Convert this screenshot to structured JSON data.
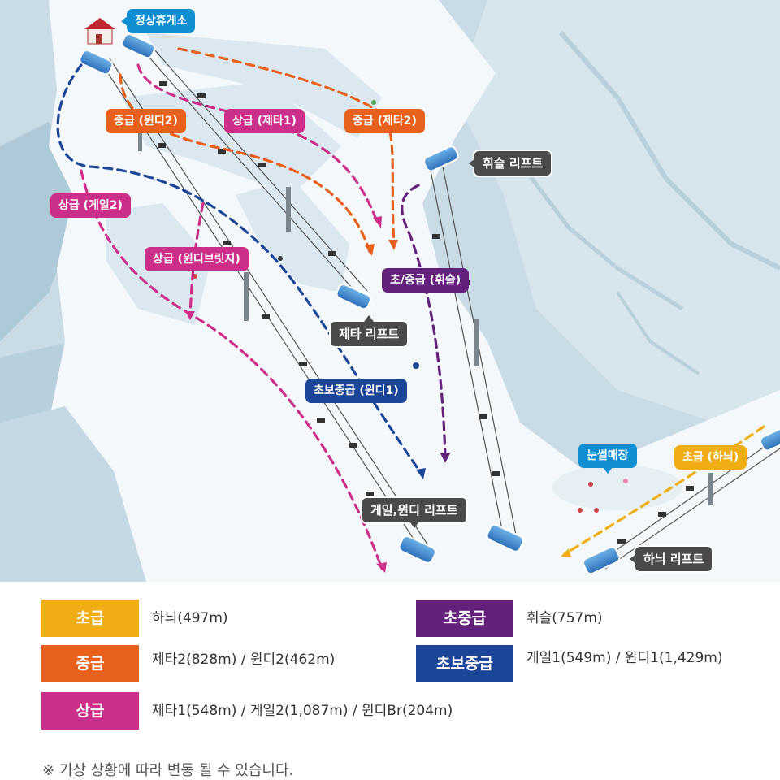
{
  "colors": {
    "beginner": "#f0ae14",
    "intermediate": "#e8611c",
    "advanced": "#cc2f8a",
    "novice_intermediate": "#63217c",
    "beginner_intermediate": "#1d4597",
    "rest_area": "#0f8fd2",
    "lift_tag": "#4a4a4a"
  },
  "map": {
    "rest_area": "정상휴게소",
    "snow_shop": "눈썰매장",
    "slopes": {
      "mid_windy2": "중급 (윈디2)",
      "adv_zeta1": "상급 (제타1)",
      "mid_zeta2": "중급 (제타2)",
      "adv_gale2": "상급 (게일2)",
      "adv_windy_bridge": "상급 (윈디브릿지)",
      "novice_whistle": "초/중급 (휘슬)",
      "beginner_mid_windy1": "초보중급 (윈디1)",
      "beginner_hani": "초급 (하늬)"
    },
    "lifts": {
      "whistle": "휘슬 리프트",
      "zeta": "제타 리프트",
      "gale_windy": "게일,윈디 리프트",
      "hani": "하늬 리프트"
    }
  },
  "legend": [
    {
      "level": "초급",
      "courses": "하늬(497m)",
      "color": "#f0ae14"
    },
    {
      "level": "초중급",
      "courses": "휘슬(757m)",
      "color": "#63217c"
    },
    {
      "level": "중급",
      "courses": "제타2(828m) / 윈디2(462m)",
      "color": "#e8611c"
    },
    {
      "level": "초보중급",
      "courses": "게일1(549m) / 윈디1(1,429m)",
      "color": "#1d4597"
    },
    {
      "level": "상급",
      "courses": "제타1(548m) / 게일2(1,087m) / 윈디Br(204m)",
      "color": "#cc2f8a"
    }
  ],
  "note": "※ 기상 상황에 따라 변동 될 수 있습니다."
}
